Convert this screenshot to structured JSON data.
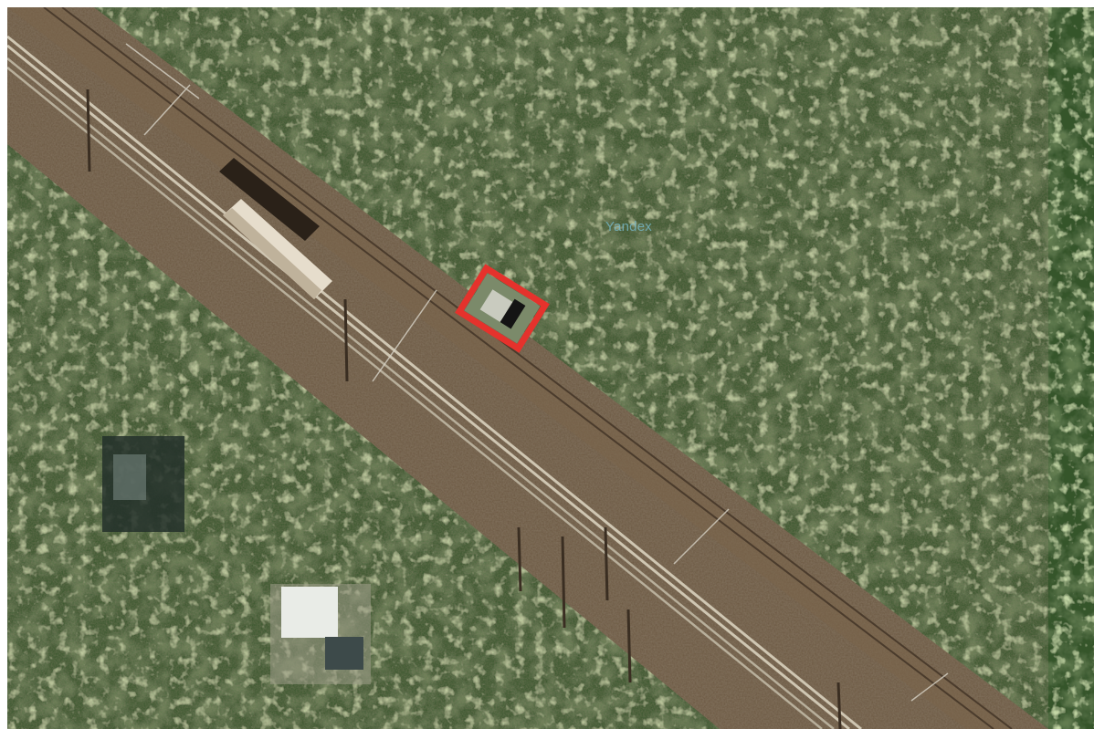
{
  "map": {
    "kind": "satellite",
    "watermark": "Yandex",
    "colors": {
      "forest_dark": "#1f3514",
      "forest_mid": "#3e6128",
      "forest_light": "#7fa357",
      "track_bed": "#6b5740",
      "rail": "#c9c0ad",
      "highlight": "#e5322c"
    },
    "features": [
      {
        "type": "railway",
        "label": ""
      },
      {
        "type": "platform",
        "label": ""
      },
      {
        "type": "highlighted-object",
        "label": ""
      },
      {
        "type": "house",
        "label": ""
      },
      {
        "type": "house",
        "label": ""
      }
    ]
  }
}
